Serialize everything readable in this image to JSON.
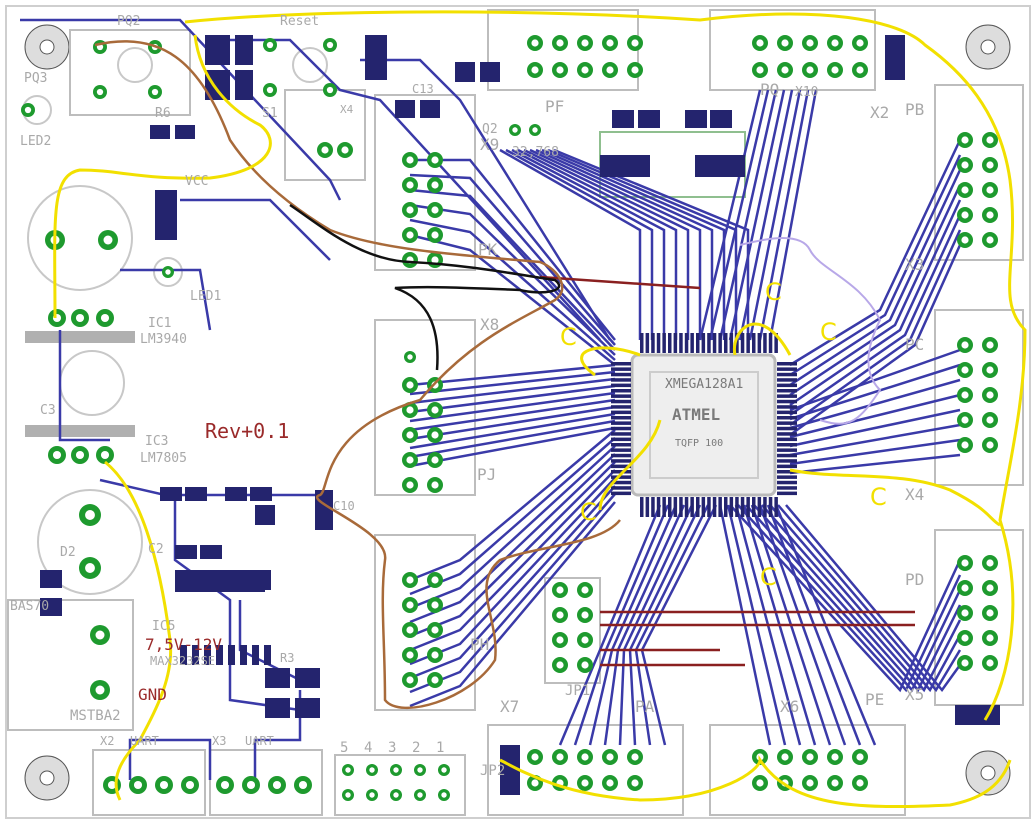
{
  "board": {
    "revision": "Rev+0.1",
    "mcu_name": "XMEGA128A1",
    "mcu_package": "TQFP 100",
    "logo_text": "ATMEL"
  },
  "labels": {
    "pq2": "PQ2",
    "pq3": "PQ3",
    "led2": "LED2",
    "reset": "Reset",
    "r6": "R6",
    "s1": "S1",
    "x4a": "X4",
    "vcc": "VCC",
    "led1": "LED1",
    "ic1": "IC1",
    "lm3940": "LM3940",
    "c3": "C3",
    "ic3": "IC3",
    "lm7805": "LM7805",
    "c2": "C2",
    "d2": "D2",
    "bat": "BAS70",
    "mstba": "MSTBA2",
    "ic5": "IC5",
    "max": "MAX3232SE",
    "r3": "R3",
    "c10": "C10",
    "c13": "C13",
    "q2": "Q2",
    "freq": "32,768",
    "pf": "PF",
    "pq": "PQ",
    "pk": "PK",
    "pj": "PJ",
    "ph": "PH",
    "pb": "PB",
    "pc": "PC",
    "pd": "PD",
    "pe": "PE",
    "pa": "PA",
    "x2": "X2",
    "x3": "X3",
    "x4": "X4",
    "x5": "X5",
    "x6": "X6",
    "x7": "X7",
    "x8": "X8",
    "x9": "X9",
    "x10": "X10",
    "jp1": "JP1",
    "jp2": "JP2",
    "uart1": "UART",
    "uart2": "UART",
    "x2b": "X2",
    "x3b": "X3",
    "n5": "5",
    "n4": "4",
    "n3": "3",
    "n2": "2",
    "n1": "1",
    "volt": "7,5V-12V",
    "gnd": "GND",
    "c": "C"
  }
}
